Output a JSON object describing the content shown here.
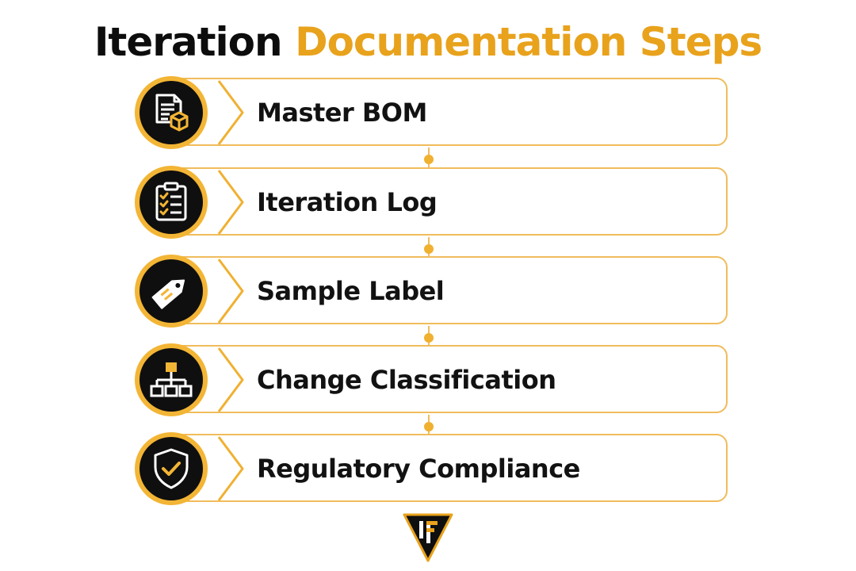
{
  "title": {
    "part1": "Iteration",
    "part2": "Documentation Steps"
  },
  "colors": {
    "accent": "#e8a21c",
    "dark": "#0d0d0d",
    "card_border": "#f0bc5c"
  },
  "steps": [
    {
      "label": "Master BOM",
      "icon": "document-box-icon"
    },
    {
      "label": "Iteration Log",
      "icon": "clipboard-checklist-icon"
    },
    {
      "label": "Sample Label",
      "icon": "tag-icon"
    },
    {
      "label": "Change Classification",
      "icon": "hierarchy-icon"
    },
    {
      "label": "Regulatory Compliance",
      "icon": "shield-check-icon"
    }
  ],
  "logo": {
    "icon": "brand-logo-icon"
  }
}
